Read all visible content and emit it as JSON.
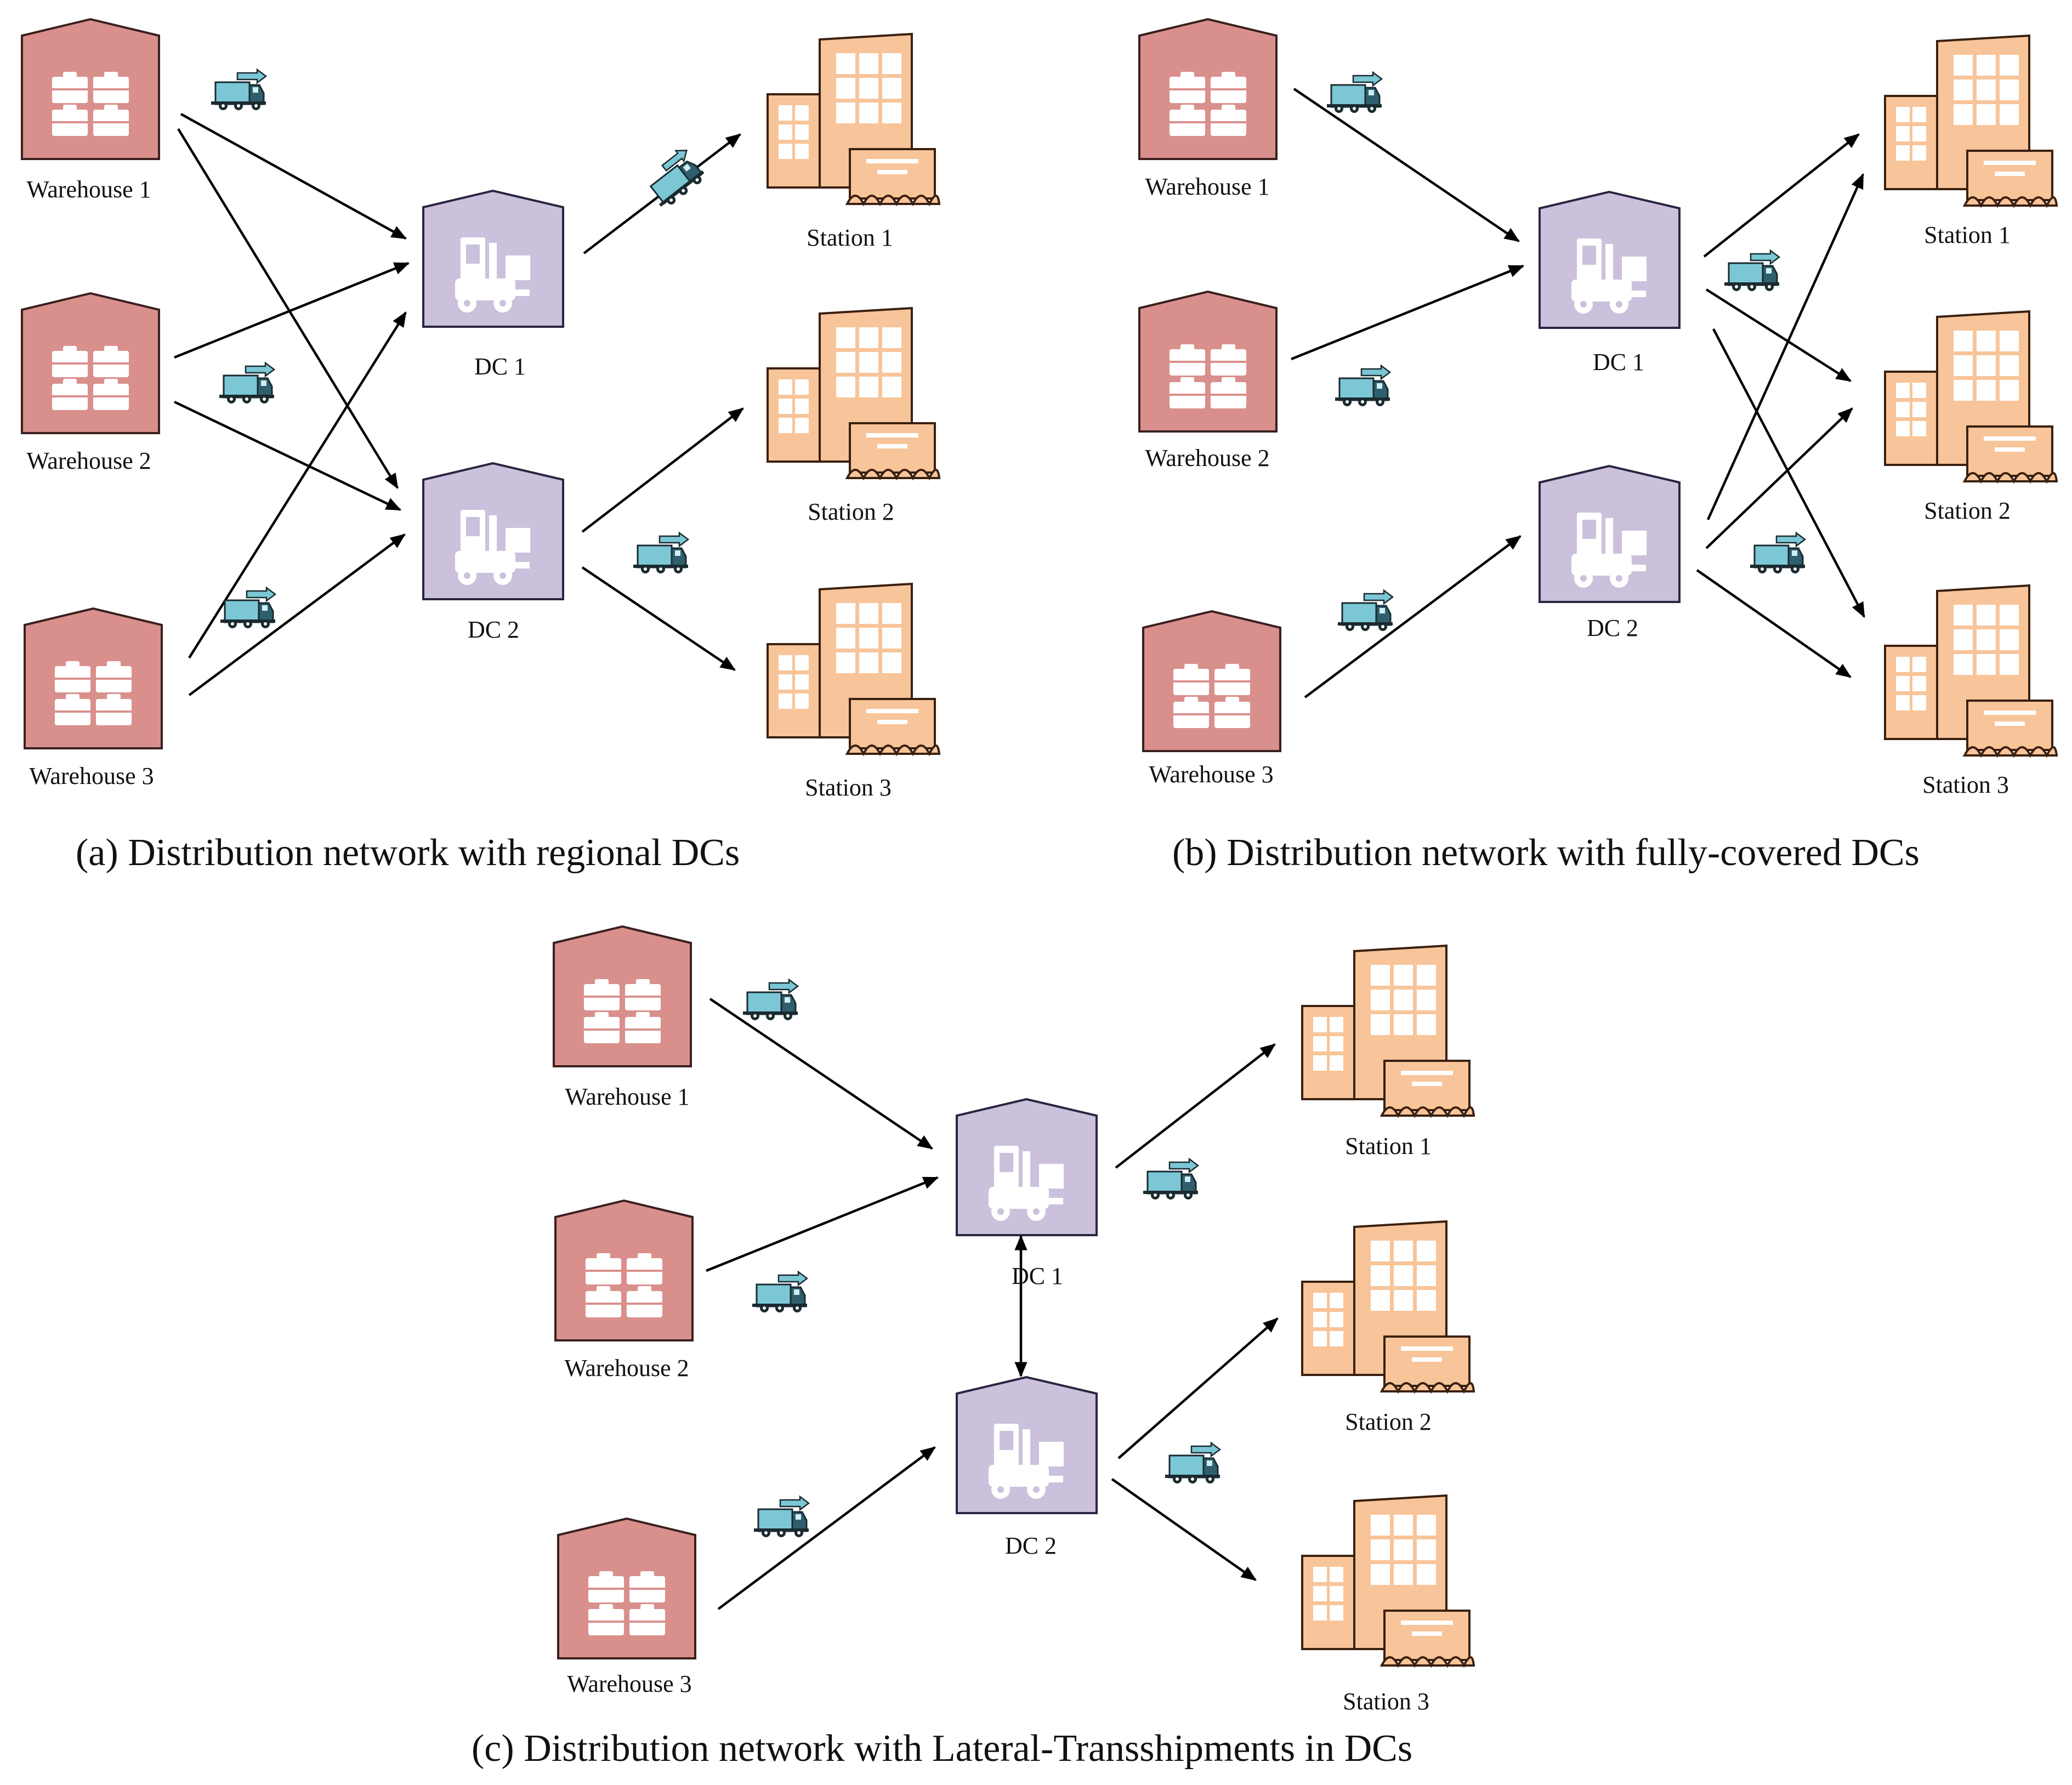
{
  "colors": {
    "warehouse": "#d9908c",
    "dc": "#cbc1dc",
    "station": "#f8c499",
    "truck_body": "#7cc7d6",
    "arrow": "#000000"
  },
  "icons": {
    "warehouse": "warehouse-icon",
    "dc": "forklift-dc-icon",
    "station": "station-building-icon",
    "truck": "truck-icon"
  },
  "panels": [
    {
      "id": "a",
      "caption": "(a) Distribution network with regional DCs",
      "warehouses": [
        "Warehouse 1",
        "Warehouse 2",
        "Warehouse 3"
      ],
      "dcs": [
        "DC 1",
        "DC 2"
      ],
      "stations": [
        "Station 1",
        "Station 2",
        "Station 3"
      ],
      "edges": [
        [
          "Warehouse 1",
          "DC 1"
        ],
        [
          "Warehouse 1",
          "DC 2"
        ],
        [
          "Warehouse 2",
          "DC 1"
        ],
        [
          "Warehouse 2",
          "DC 2"
        ],
        [
          "Warehouse 3",
          "DC 1"
        ],
        [
          "Warehouse 3",
          "DC 2"
        ],
        [
          "DC 1",
          "Station 1"
        ],
        [
          "DC 2",
          "Station 2"
        ],
        [
          "DC 2",
          "Station 3"
        ]
      ]
    },
    {
      "id": "b",
      "caption": "(b) Distribution network with fully-covered DCs",
      "warehouses": [
        "Warehouse 1",
        "Warehouse 2",
        "Warehouse 3"
      ],
      "dcs": [
        "DC 1",
        "DC 2"
      ],
      "stations": [
        "Station 1",
        "Station 2",
        "Station 3"
      ],
      "edges": [
        [
          "Warehouse 1",
          "DC 1"
        ],
        [
          "Warehouse 2",
          "DC 1"
        ],
        [
          "Warehouse 3",
          "DC 2"
        ],
        [
          "DC 1",
          "Station 1"
        ],
        [
          "DC 1",
          "Station 2"
        ],
        [
          "DC 1",
          "Station 3"
        ],
        [
          "DC 2",
          "Station 1"
        ],
        [
          "DC 2",
          "Station 2"
        ],
        [
          "DC 2",
          "Station 3"
        ]
      ]
    },
    {
      "id": "c",
      "caption": "(c) Distribution network with  Lateral-Transshipments in DCs",
      "warehouses": [
        "Warehouse 1",
        "Warehouse 2",
        "Warehouse 3"
      ],
      "dcs": [
        "DC 1",
        "DC 2"
      ],
      "stations": [
        "Station 1",
        "Station 2",
        "Station 3"
      ],
      "edges": [
        [
          "Warehouse 1",
          "DC 1"
        ],
        [
          "Warehouse 2",
          "DC 1"
        ],
        [
          "Warehouse 3",
          "DC 2"
        ],
        [
          "DC 1",
          "Station 1"
        ],
        [
          "DC 2",
          "Station 2"
        ],
        [
          "DC 2",
          "Station 3"
        ]
      ],
      "lateral": [
        "DC 1",
        "DC 2"
      ]
    }
  ]
}
